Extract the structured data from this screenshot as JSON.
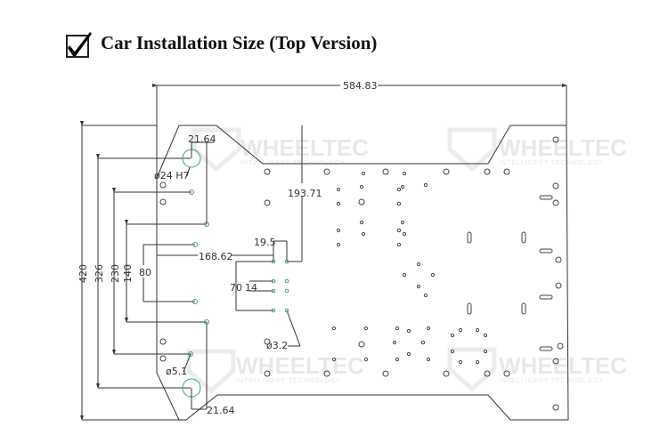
{
  "header": {
    "title": "Car Installation Size (Top Version)",
    "check_icon": "checkbox-checked-icon"
  },
  "watermark": {
    "brand": "WHEELTEC",
    "tagline": "INTELLIGENT TECHNOLOGY"
  },
  "dimensions": {
    "overall_length": "584.83",
    "overall_width": "420",
    "mount_span_326": "326",
    "mount_span_230": "230",
    "mount_span_140": "140",
    "mount_span_80": "80",
    "hole_offset_top": "21.64",
    "hole_offset_bottom": "21.64",
    "big_hole": "ø24 H7",
    "small_hole": "ø5.1",
    "tiny_hole": "ø3.2",
    "offset_193": "193.71",
    "offset_168": "168.62",
    "offset_19": "19.5",
    "offset_70": "70",
    "offset_14": "14"
  },
  "colors": {
    "line": "#333333",
    "highlight": "#3aa760",
    "watermark": "#e8e8e8"
  }
}
